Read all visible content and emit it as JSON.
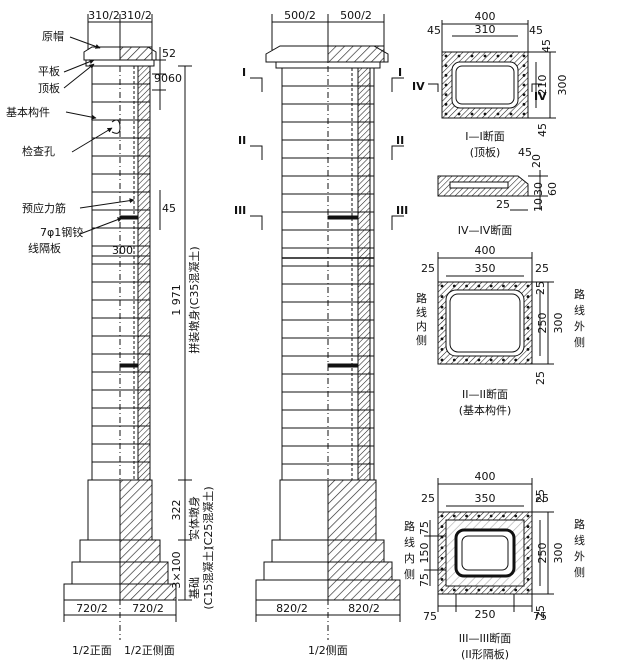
{
  "front": {
    "top_dims": [
      "310/2",
      "310/2"
    ],
    "bottom_dims": [
      "720/2",
      "720/2"
    ],
    "right_dims": [
      "52",
      "90",
      "60",
      "45",
      "300"
    ],
    "vertical_dims": [
      "1 971",
      "拼装墩身(C35混凝土)",
      "322",
      "实体墩身",
      "(C25混凝土)",
      "3×100",
      "基础",
      "(C15混凝土)"
    ],
    "labels": [
      "原帽",
      "平板",
      "顶板",
      "基本构件",
      "检查孔",
      "预应力筋",
      "7φ1钢铰",
      "线隔板"
    ],
    "captions": [
      "1/2正面",
      "1/2正侧面"
    ]
  },
  "side": {
    "top_dims": [
      "500/2",
      "500/2"
    ],
    "bottom_dims": [
      "820/2",
      "820/2"
    ],
    "section_marks": [
      "I",
      "I",
      "II",
      "II",
      "III",
      "III"
    ],
    "caption": "1/2侧面"
  },
  "sec1": {
    "dims": [
      "400",
      "45",
      "310",
      "45",
      "45",
      "210",
      "300",
      "45"
    ],
    "marks": [
      "IV",
      "IV"
    ],
    "title": "I—I断面",
    "subtitle": "(顶板)"
  },
  "sec4": {
    "dims": [
      "45",
      "20",
      "30",
      "60",
      "10",
      "25"
    ],
    "title": "IV—IV断面"
  },
  "sec2": {
    "dims": [
      "400",
      "25",
      "350",
      "25",
      "25",
      "300",
      "250",
      "25"
    ],
    "left_label": [
      "路",
      "线",
      "内",
      "侧"
    ],
    "right_label": [
      "路",
      "线",
      "外",
      "侧"
    ],
    "title": "II—II断面",
    "subtitle": "(基本构件)"
  },
  "sec3": {
    "dims": [
      "400",
      "25",
      "350",
      "25",
      "25",
      "75",
      "150",
      "75",
      "300",
      "250",
      "75",
      "250",
      "75",
      "25"
    ],
    "left_label": [
      "路",
      "线",
      "内",
      "侧"
    ],
    "right_label": [
      "路",
      "线",
      "外",
      "侧"
    ],
    "title": "III—III断面",
    "subtitle": "(II形隔板)"
  }
}
